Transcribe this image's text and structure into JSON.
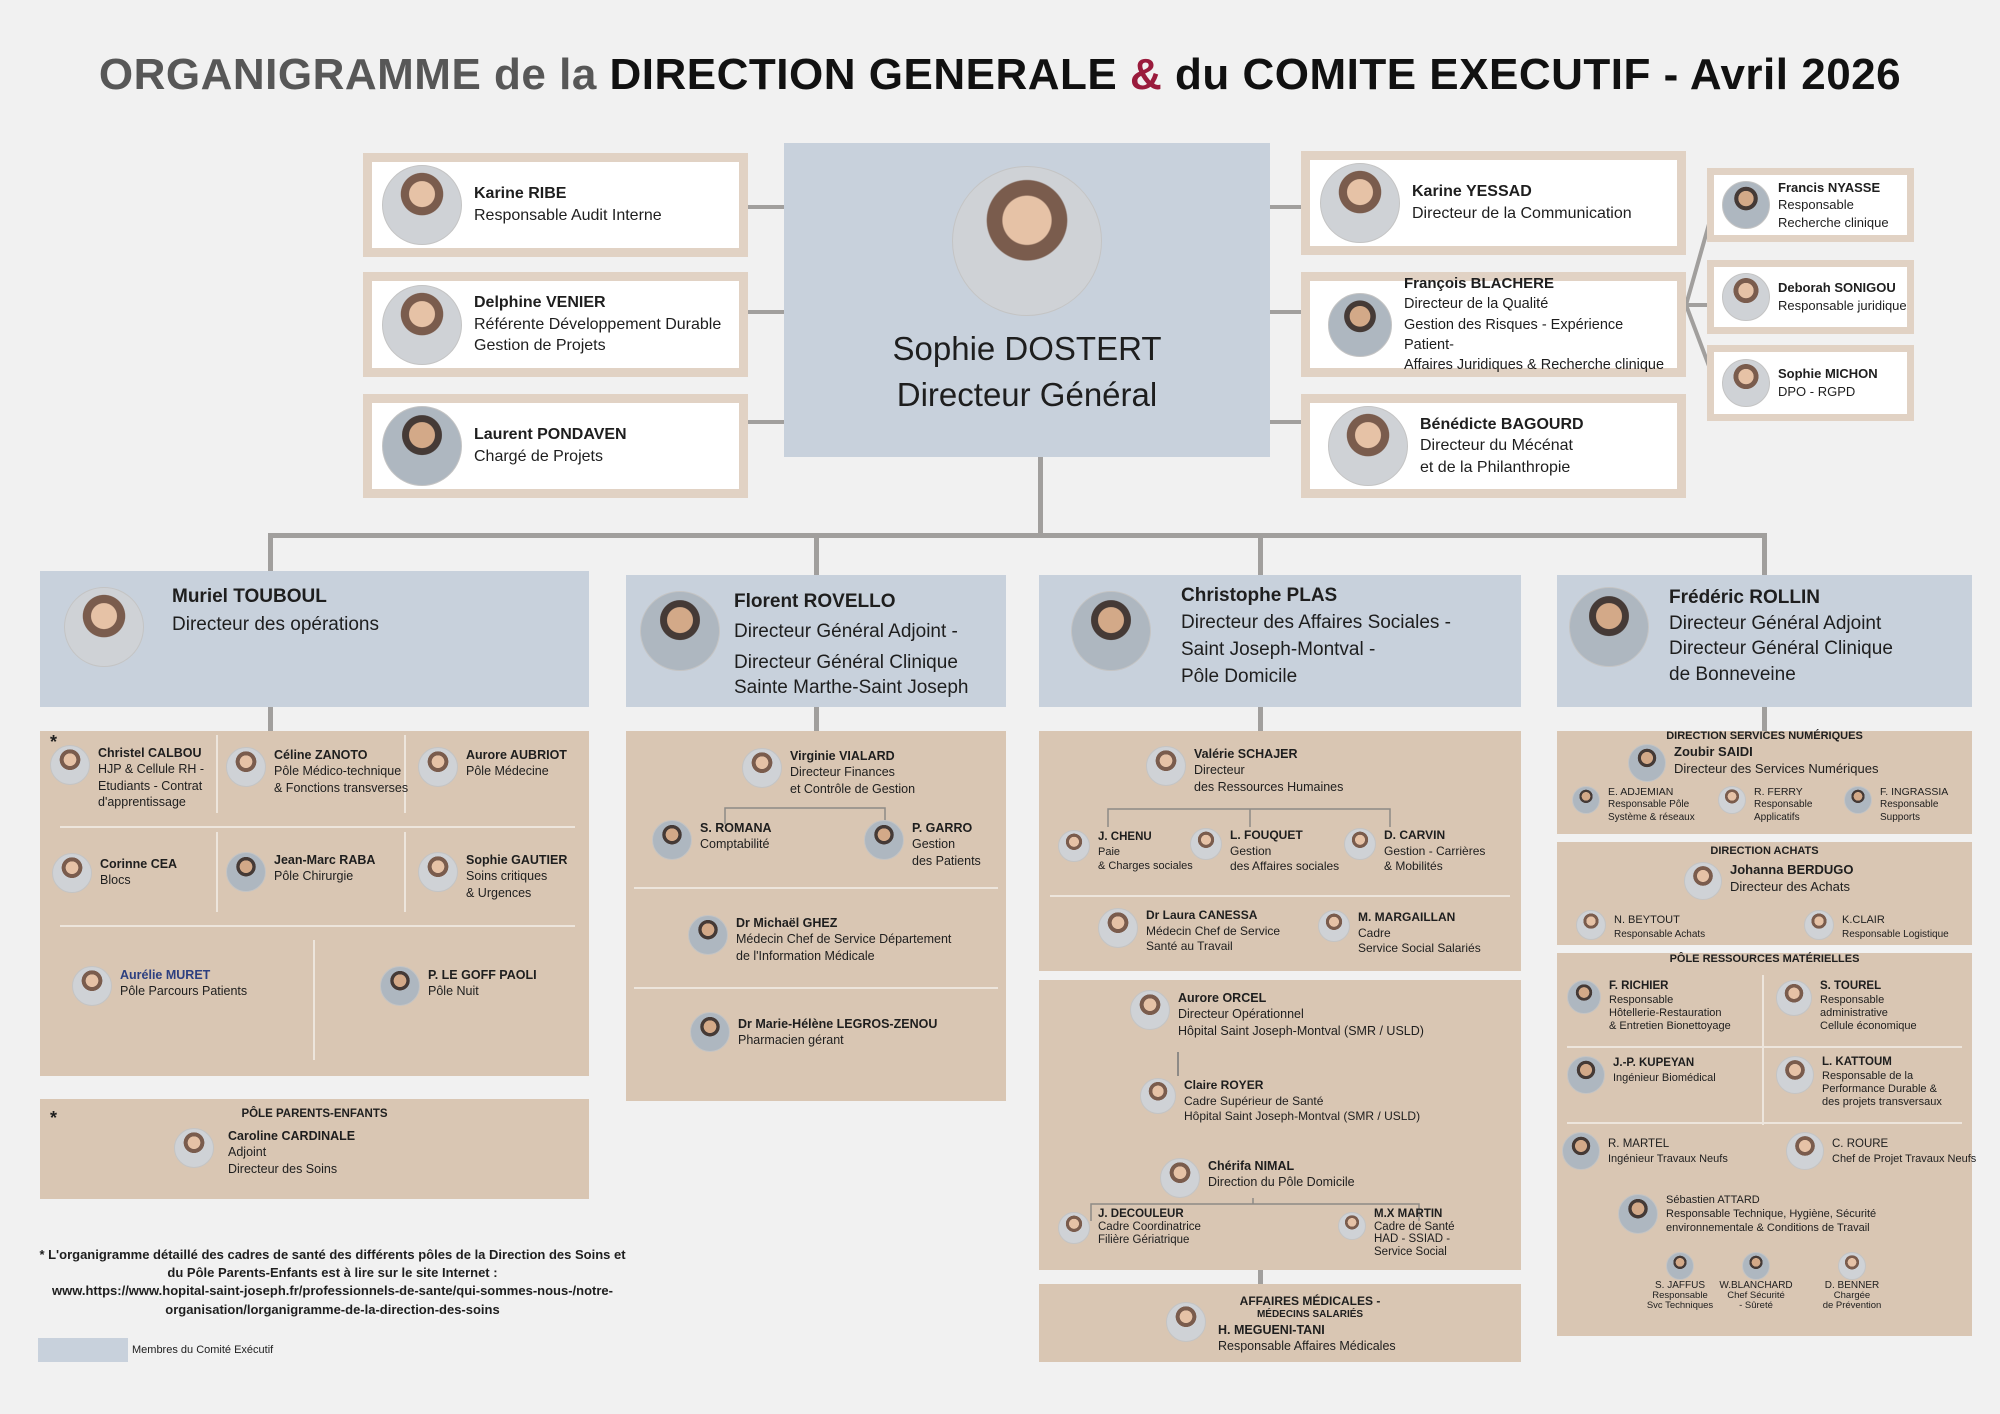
{
  "title": {
    "p1": "ORGANIGRAMME",
    "p2": " de la ",
    "p3": "DIRECTION GENERALE",
    "p4": " & ",
    "p5": "du ",
    "p6": "COMITE EXECUTIF - Avril 2026"
  },
  "ceo": {
    "name": "Sophie DOSTERT",
    "role": "Directeur Général"
  },
  "top_left": [
    {
      "name": "Karine RIBE",
      "role": "Responsable Audit Interne",
      "role2": ""
    },
    {
      "name": "Delphine VENIER",
      "role": "Référente Développement Durable",
      "role2": "Gestion de Projets"
    },
    {
      "name": "Laurent PONDAVEN",
      "role": "Chargé de Projets",
      "role2": ""
    }
  ],
  "top_right": [
    {
      "name": "Karine YESSAD",
      "role": "Directeur de la Communication",
      "role2": "",
      "role3": "",
      "role4": ""
    },
    {
      "name": "François BLACHERE",
      "role": "Directeur de la Qualité",
      "role2": "Gestion des Risques - Expérience Patient-",
      "role3": "Affaires Juridiques & Recherche clinique",
      "role4": ""
    },
    {
      "name": "Bénédicte BAGOURD",
      "role": "Directeur du Mécénat",
      "role2": "et de la Philanthropie",
      "role3": "",
      "role4": ""
    }
  ],
  "far_right": [
    {
      "name": "Francis NYASSE",
      "role": "Responsable",
      "role2": "Recherche clinique"
    },
    {
      "name": "Deborah SONIGOU",
      "role": "Responsable juridique",
      "role2": ""
    },
    {
      "name": "Sophie MICHON",
      "role": "DPO - RGPD",
      "role2": ""
    }
  ],
  "heads": [
    {
      "name": "Muriel TOUBOUL",
      "l1": "Directeur des opérations",
      "l2": "",
      "l3": ""
    },
    {
      "name": "Florent ROVELLO",
      "l1": "Directeur Général Adjoint -",
      "l2": "Directeur Général Clinique",
      "l3": "Sainte Marthe-Saint Joseph"
    },
    {
      "name": "Christophe PLAS",
      "l1": "Directeur des Affaires Sociales -",
      "l2": "Saint Joseph-Montval -",
      "l3": "Pôle Domicile"
    },
    {
      "name": "Frédéric ROLLIN",
      "l1": "Directeur Général Adjoint",
      "l2": "Directeur Général Clinique",
      "l3": "de Bonneveine"
    }
  ],
  "col1": {
    "people": [
      {
        "name": "Christel CALBOU",
        "l1": "HJP & Cellule RH -",
        "l2": "Etudiants - Contrat",
        "l3": "d'apprentissage"
      },
      {
        "name": "Céline ZANOTO",
        "l1": "Pôle Médico-technique",
        "l2": "& Fonctions transverses",
        "l3": ""
      },
      {
        "name": "Aurore AUBRIOT",
        "l1": "Pôle Médecine",
        "l2": "",
        "l3": ""
      },
      {
        "name": "Corinne CEA",
        "l1": "Blocs",
        "l2": "",
        "l3": ""
      },
      {
        "name": "Jean-Marc RABA",
        "l1": "Pôle Chirurgie",
        "l2": "",
        "l3": ""
      },
      {
        "name": "Sophie GAUTIER",
        "l1": "Soins critiques",
        "l2": "& Urgences",
        "l3": ""
      },
      {
        "name": "Aurélie MURET",
        "l1": "Pôle Parcours Patients",
        "l2": "",
        "l3": ""
      },
      {
        "name": "P. LE GOFF PAOLI",
        "l1": "Pôle Nuit",
        "l2": "",
        "l3": ""
      }
    ],
    "parents_title": "PÔLE PARENTS-ENFANTS",
    "parents": {
      "name": "Caroline CARDINALE",
      "l1": "Adjoint",
      "l2": "Directeur des Soins"
    }
  },
  "col2": [
    {
      "name": "Virginie VIALARD",
      "l1": "Directeur Finances",
      "l2": "et Contrôle de Gestion"
    },
    {
      "name": "S. ROMANA",
      "l1": "Comptabilité",
      "l2": ""
    },
    {
      "name": "P. GARRO",
      "l1": "Gestion",
      "l2": "des Patients"
    },
    {
      "name": "Dr Michaël GHEZ",
      "l1": "Médecin Chef de Service Département",
      "l2": "de l'Information Médicale"
    },
    {
      "name": "Dr Marie-Hélène LEGROS-ZENOU",
      "l1": "Pharmacien gérant",
      "l2": ""
    }
  ],
  "col3": {
    "people": [
      {
        "name": "Valérie SCHAJER",
        "l1": "Directeur",
        "l2": "des Ressources Humaines",
        "l3": ""
      },
      {
        "name": "J. CHENU",
        "l1": "Paie",
        "l2": "& Charges sociales",
        "l3": ""
      },
      {
        "name": "L. FOUQUET",
        "l1": "Gestion",
        "l2": "des Affaires sociales",
        "l3": ""
      },
      {
        "name": "D. CARVIN",
        "l1": "Gestion - Carrières",
        "l2": "& Mobilités",
        "l3": ""
      },
      {
        "name": "Dr Laura CANESSA",
        "l1": "Médecin Chef de Service",
        "l2": "Santé au Travail",
        "l3": ""
      },
      {
        "name": "M. MARGAILLAN",
        "l1": "Cadre",
        "l2": "Service Social Salariés",
        "l3": ""
      },
      {
        "name": "Aurore ORCEL",
        "l1": "Directeur Opérationnel",
        "l2": "Hôpital Saint Joseph-Montval (SMR / USLD)",
        "l3": ""
      },
      {
        "name": "Claire ROYER",
        "l1": "Cadre Supérieur de Santé",
        "l2": "Hôpital Saint Joseph-Montval (SMR / USLD)",
        "l3": ""
      },
      {
        "name": "Chérifa NIMAL",
        "l1": "Direction du Pôle Domicile",
        "l2": "",
        "l3": ""
      },
      {
        "name": "J. DECOULEUR",
        "l1": "Cadre Coordinatrice",
        "l2": "Filière Gériatrique",
        "l3": ""
      },
      {
        "name": "M.X MARTIN",
        "l1": "Cadre de Santé",
        "l2": "HAD - SSIAD -",
        "l3": "Service Social"
      }
    ],
    "aff_title": "AFFAIRES MÉDICALES -",
    "aff_sub": "MÉDECINS SALARIÉS",
    "aff": {
      "name": "H. MEGUENI-TANI",
      "l1": "Responsable Affaires Médicales"
    }
  },
  "col4": {
    "num_title": "DIRECTION SERVICES NUMÉRIQUES",
    "num_head": {
      "name": "Zoubir SAIDI",
      "l1": "Directeur des Services Numériques"
    },
    "num": [
      {
        "name": "E. ADJEMIAN",
        "l1": "Responsable Pôle",
        "l2": "Système & réseaux"
      },
      {
        "name": "R. FERRY",
        "l1": "Responsable",
        "l2": "Applicatifs"
      },
      {
        "name": "F. INGRASSIA",
        "l1": "Responsable",
        "l2": "Supports"
      }
    ],
    "ach_title": "DIRECTION ACHATS",
    "ach_head": {
      "name": "Johanna BERDUGO",
      "l1": "Directeur des Achats"
    },
    "ach": [
      {
        "name": "N. BEYTOUT",
        "l1": "Responsable Achats"
      },
      {
        "name": "K.CLAIR",
        "l1": "Responsable Logistique"
      }
    ],
    "mat_title": "PÔLE RESSOURCES MATÉRIELLES",
    "mat": [
      {
        "name": "F. RICHIER",
        "l1": "Responsable",
        "l2": "Hôtellerie-Restauration",
        "l3": "& Entretien Bionettoyage"
      },
      {
        "name": "S. TOUREL",
        "l1": "Responsable",
        "l2": "administrative",
        "l3": "Cellule économique"
      },
      {
        "name": "J.-P. KUPEYAN",
        "l1": "Ingénieur Biomédical",
        "l2": "",
        "l3": ""
      },
      {
        "name": "L. KATTOUM",
        "l1": "Responsable de la",
        "l2": "Performance Durable &",
        "l3": "des projets transversaux"
      },
      {
        "name": "R. MARTEL",
        "l1": "Ingénieur Travaux Neufs",
        "l2": "",
        "l3": ""
      },
      {
        "name": "C. ROURE",
        "l1": "Chef de Projet Travaux Neufs",
        "l2": "",
        "l3": ""
      }
    ],
    "attard": {
      "name": "Sébastien ATTARD",
      "l1": "Responsable Technique, Hygiène, Sécurité",
      "l2": "environnementale & Conditions de Travail"
    },
    "bottom": [
      {
        "name": "S. JAFFUS",
        "l1": "Responsable",
        "l2": "Svc Techniques"
      },
      {
        "name": "W.BLANCHARD",
        "l1": "Chef Sécurité",
        "l2": "- Sûreté"
      },
      {
        "name": "D. BENNER",
        "l1": "Chargée",
        "l2": "de Prévention"
      }
    ]
  },
  "footnote": {
    "l1": "* L'organigramme détaillé des cadres de santé des différents pôles de la Direction des Soins et",
    "l2": "du Pôle Parents-Enfants est à lire sur le site Internet :",
    "l3": "www.https://www.hopital-saint-joseph.fr/professionnels-de-sante/qui-sommes-nous-/notre-",
    "l4": "organisation/lorganigramme-de-la-direction-des-soins"
  },
  "star": "*",
  "legend": "Membres du Comité Exécutif",
  "colors": {
    "exec": "#c8d1dc",
    "frame": "#e1d2c4",
    "column": "#d9c6b3",
    "accent": "#9a1b3c",
    "line": "#a19f9d"
  }
}
